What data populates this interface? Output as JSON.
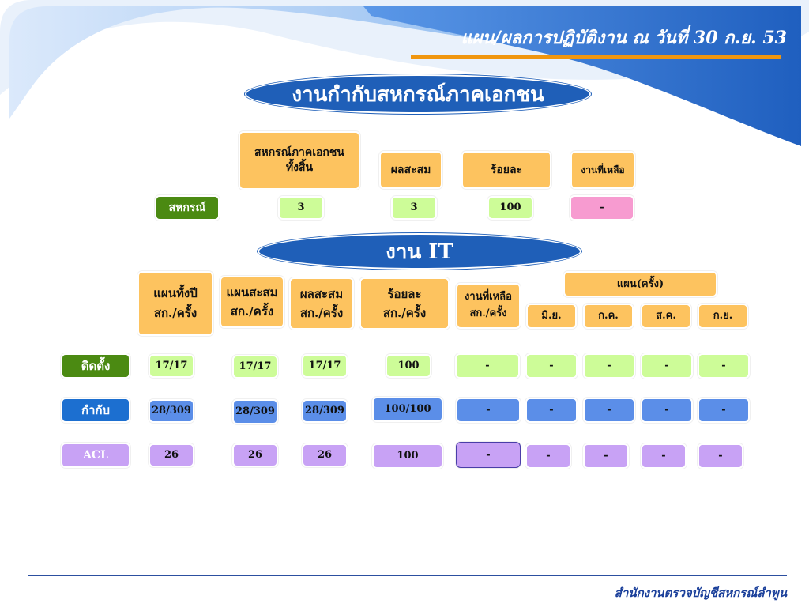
{
  "header": {
    "title": "แผน/ผลการปฏิบัติงาน ณ วันที่ 30 ก.ย. 53"
  },
  "section1": {
    "banner": "งานกำกับสหกรณ์ภาคเอกชน",
    "headers": {
      "total": "สหกรณ์ภาคเอกชน\nทั้งสิ้น",
      "cumulative": "ผลสะสม",
      "percent": "ร้อยละ",
      "remaining": "งานที่เหลือ"
    },
    "row": {
      "label": "สหกรณ์",
      "total": "3",
      "cumulative": "3",
      "percent": "100",
      "remaining": "-"
    }
  },
  "section2": {
    "banner": "งาน IT",
    "headers": {
      "plan_year": "แผนทั้งปี\nสก./ครั้ง",
      "plan_cum": "แผนสะสม\nสก./ครั้ง",
      "result_cum": "ผลสะสม\nสก./ครั้ง",
      "percent": "ร้อยละ\nสก./ครั้ง",
      "remaining": "งานที่เหลือ\nสก./ครั้ง",
      "plan_times": "แผน(ครั้ง)",
      "months": [
        "มิ.ย.",
        "ก.ค.",
        "ส.ค.",
        "ก.ย."
      ]
    },
    "rows": [
      {
        "label": "ติดตั้ง",
        "plan_year": "17/17",
        "plan_cum": "17/17",
        "result_cum": "17/17",
        "percent": "100",
        "remaining": "-",
        "months": [
          "-",
          "-",
          "-",
          "-"
        ]
      },
      {
        "label": "กำกับ",
        "plan_year": "28/309",
        "plan_cum": "28/309",
        "result_cum": "28/309",
        "percent": "100/100",
        "remaining": "-",
        "months": [
          "-",
          "-",
          "-",
          "-"
        ]
      },
      {
        "label": "ACL",
        "plan_year": "26",
        "plan_cum": "26",
        "result_cum": "26",
        "percent": "100",
        "remaining": "-",
        "months": [
          "-",
          "-",
          "-",
          "-"
        ]
      }
    ]
  },
  "footer": {
    "text": "สำนักงานตรวจบัญชีสหกรณ์ลำพูน"
  },
  "colors": {
    "banner_blue": "#1f5fb8",
    "header_orange": "#fdc35f",
    "green": "#cdfc98",
    "blue": "#5b8ee8",
    "purple": "#c8a2f5",
    "pink": "#f79bd0"
  }
}
